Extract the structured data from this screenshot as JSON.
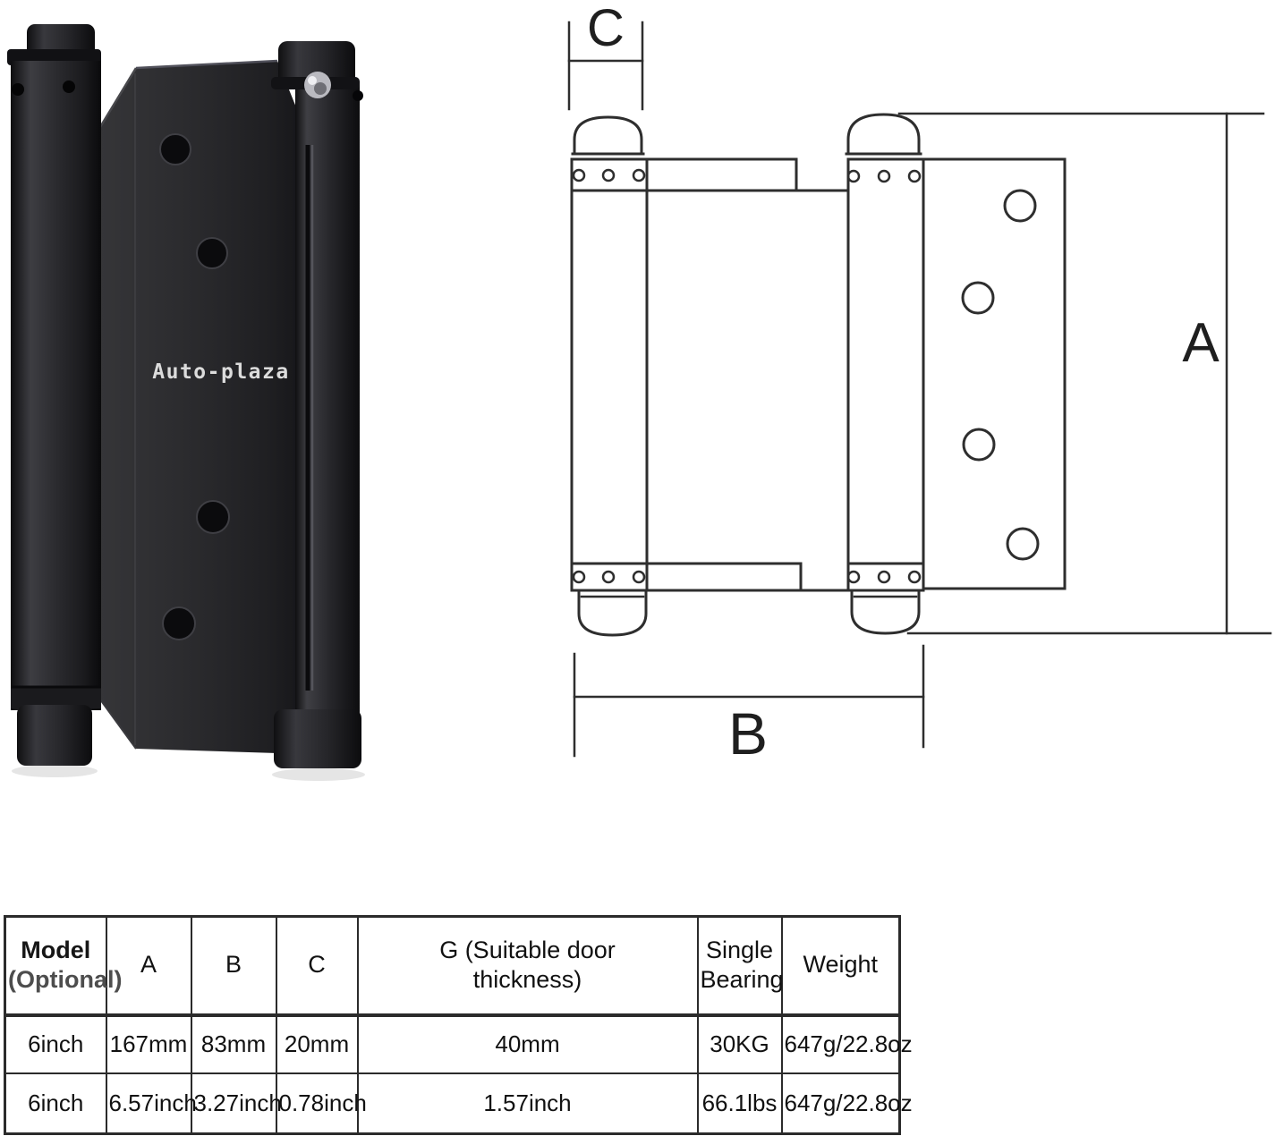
{
  "photo": {
    "brand": "Auto-plaza"
  },
  "diagram": {
    "labels": {
      "a": "A",
      "b": "B",
      "c": "C"
    }
  },
  "table": {
    "headers": {
      "model_line1": "Model",
      "model_line2": "(Optional)",
      "a": "A",
      "b": "B",
      "c": "C",
      "g": "G (Suitable door thickness)",
      "bearing": "Single Bearing",
      "weight": "Weight"
    },
    "rows": [
      [
        "6inch",
        "167mm",
        "83mm",
        "20mm",
        "40mm",
        "30KG",
        "647g/22.8oz"
      ],
      [
        "6inch",
        "6.57inch",
        "3.27inch",
        "0.78inch",
        "1.57inch",
        "66.1lbs",
        "647g/22.8oz"
      ]
    ]
  },
  "colors": {
    "ink": "#2e2e2e",
    "table_border": "#2b2b2b",
    "optional_gray": "#4d4d4d"
  }
}
